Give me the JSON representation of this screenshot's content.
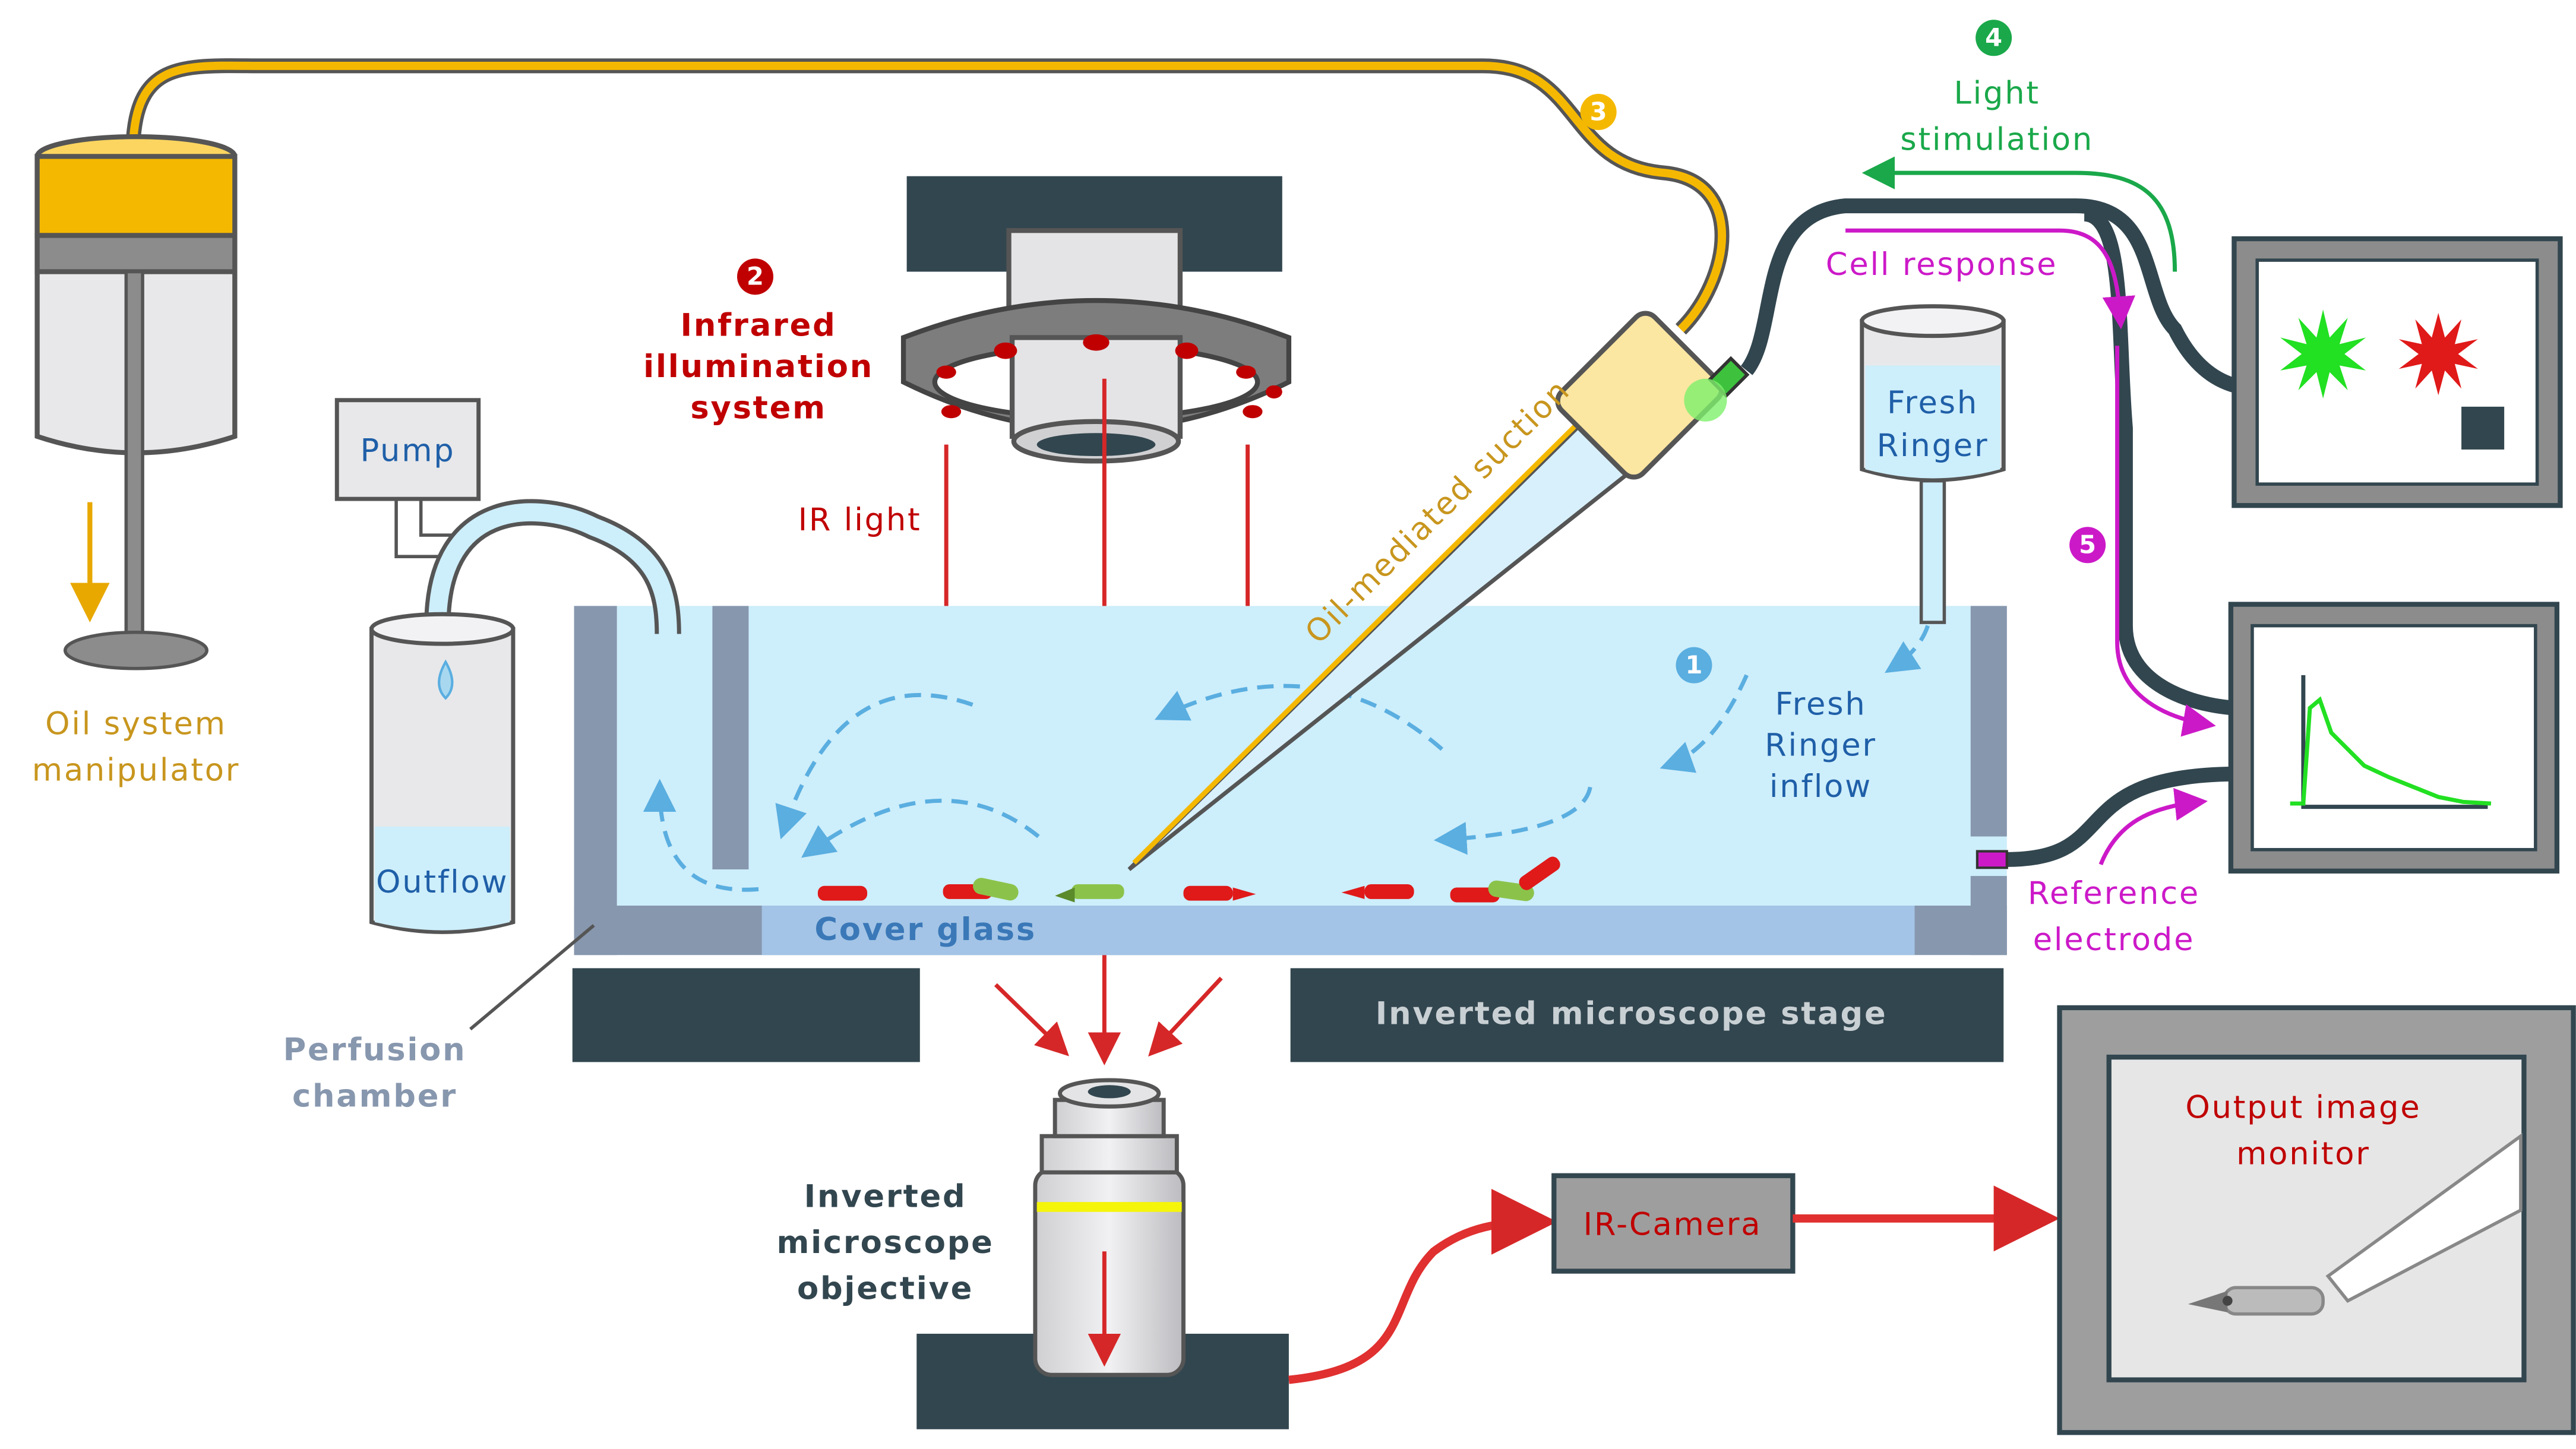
{
  "colors": {
    "dark_slate": "#32464f",
    "water": "#cdeefb",
    "oil": "#f5b800",
    "ir_red": "#d62728",
    "green": "#1aa84a",
    "magenta": "#cc19c8",
    "light_blue": "#5aaee0",
    "chamber_gray": "#8797ae"
  },
  "oil_system": {
    "line1": "Oil system",
    "line2": "manipulator"
  },
  "infrared": {
    "badge": "2",
    "line1": "Infrared",
    "line2": "illumination",
    "line3": "system"
  },
  "oil_badge": "3",
  "light_stim": {
    "badge": "4",
    "line1": "Light",
    "line2": "stimulation"
  },
  "cell_response": "Cell response",
  "response_badge": "5",
  "fresh_ringer_beaker": {
    "line1": "Fresh",
    "line2": "Ringer"
  },
  "pump": "Pump",
  "ir_light": "IR light",
  "suction": "Oil-mediated suction",
  "inflow": {
    "badge": "1",
    "line1": "Fresh",
    "line2": "Ringer",
    "line3": "inflow"
  },
  "outflow": "Outflow",
  "cover_glass": "Cover glass",
  "reference": {
    "line1": "Reference",
    "line2": "electrode"
  },
  "perfusion": {
    "line1": "Perfusion",
    "line2": "chamber"
  },
  "stage": "Inverted microscope stage",
  "objective": {
    "line1": "Inverted",
    "line2": "microscope",
    "line3": "objective"
  },
  "camera": "IR-Camera",
  "monitor": {
    "line1": "Output image",
    "line2": "monitor"
  }
}
